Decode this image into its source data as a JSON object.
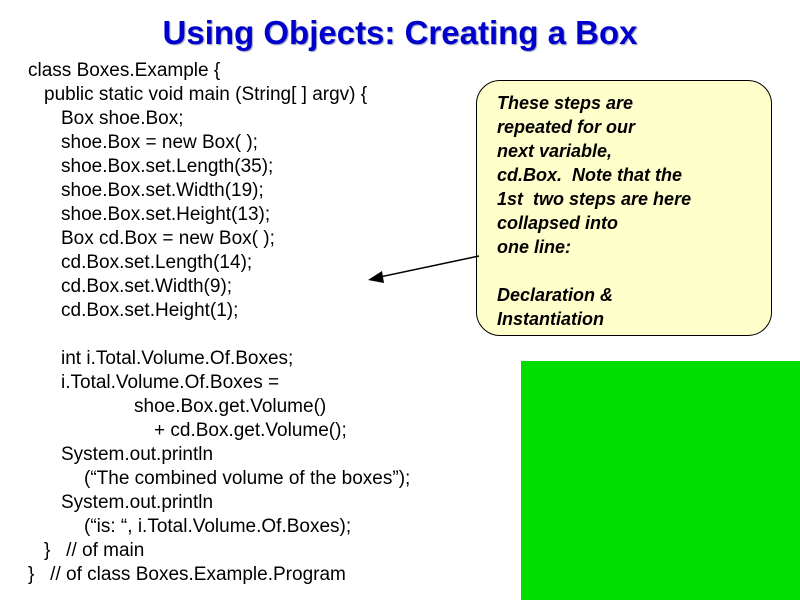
{
  "slide": {
    "title": "Using Objects: Creating a Box",
    "colors": {
      "title": "#0000cc",
      "callout_fill": "#ffffcc",
      "green_block": "#00dd00"
    }
  },
  "code_block_1": [
    "class Boxes.Example {",
    "public static void main (String[ ] argv) {",
    "Box shoe.Box;",
    "shoe.Box = new Box( );",
    "shoe.Box.set.Length(35);",
    "shoe.Box.set.Width(19);",
    "shoe.Box.set.Height(13);",
    "Box cd.Box = new Box( );",
    "cd.Box.set.Length(14);",
    "cd.Box.set.Width(9);",
    "cd.Box.set.Height(1);"
  ],
  "code_block_2": [
    "int i.Total.Volume.Of.Boxes;",
    "i.Total.Volume.Of.Boxes =",
    "shoe.Box.get.Volume()",
    "+ cd.Box.get.Volume();",
    "System.out.println",
    "(“The combined volume of the boxes”);",
    "System.out.println",
    "(“is: “, i.Total.Volume.Of.Boxes);",
    "}   // of main",
    "}   // of class Boxes.Example.Program"
  ],
  "callout": {
    "lines": [
      "These steps are",
      "repeated for our",
      "next variable,",
      "cd.Box.  Note that the",
      "1st  two steps are here",
      "collapsed into",
      "one line:",
      "Declaration &",
      "Instantiation"
    ]
  }
}
